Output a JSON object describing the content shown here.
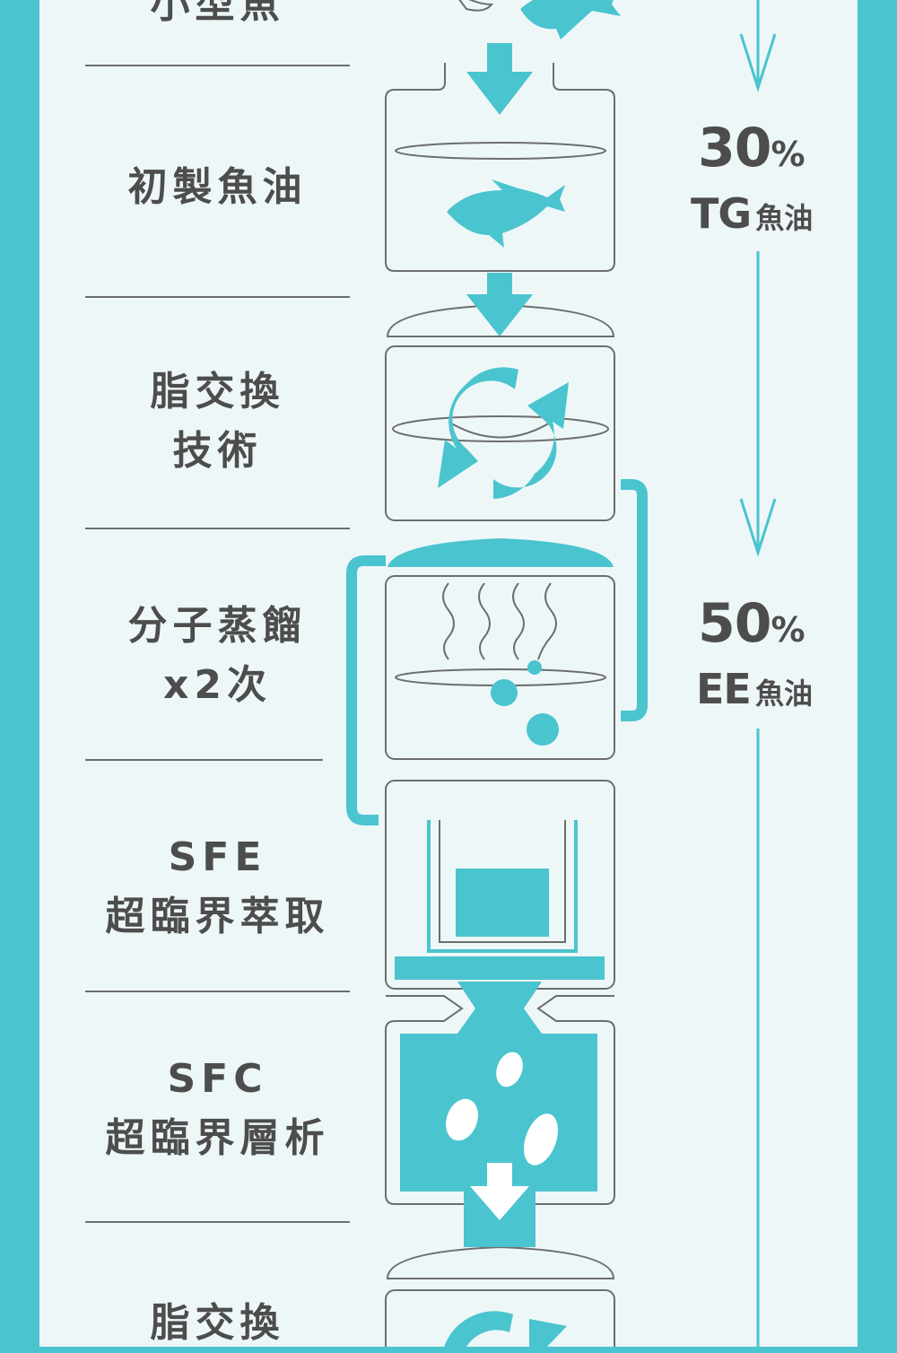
{
  "steps": [
    {
      "lines": [
        "小型魚"
      ]
    },
    {
      "lines": [
        "初製魚油"
      ]
    },
    {
      "lines": [
        "脂交換",
        "技術"
      ]
    },
    {
      "lines": [
        "分子蒸餾",
        "x2次"
      ]
    },
    {
      "lines": [
        "SFE",
        "超臨界萃取"
      ]
    },
    {
      "lines": [
        "SFC",
        "超臨界層析"
      ]
    },
    {
      "lines": [
        "脂交換"
      ]
    }
  ],
  "concentration": [
    {
      "percent": "30",
      "percent_sign": "%",
      "abbr": "TG",
      "type": "魚油"
    },
    {
      "percent": "50",
      "percent_sign": "%",
      "abbr": "EE",
      "type": "魚油"
    }
  ],
  "colors": {
    "accent": "#4ac4cf",
    "panel": "#eef7f8",
    "text": "#4d4d4d",
    "line": "#6d6d6d"
  },
  "icons": [
    "fish-icon",
    "down-arrow-icon",
    "cycle-arrows-icon",
    "steam-icon",
    "bubble-icon",
    "tank-icon"
  ]
}
